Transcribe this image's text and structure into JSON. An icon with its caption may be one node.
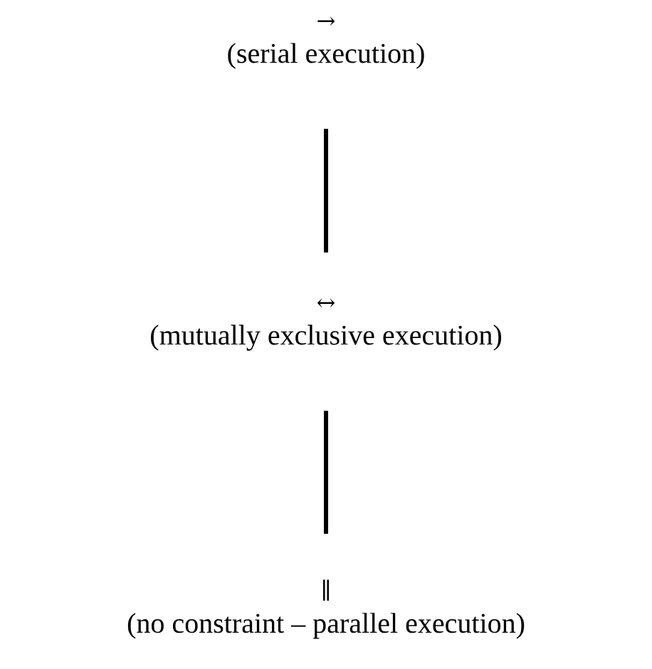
{
  "diagram": {
    "nodes": [
      {
        "text": [
          "→",
          "(serial execution)"
        ]
      },
      {
        "text": [
          "↔",
          "(mutually exclusive execution)"
        ]
      },
      {
        "text": [
          "∥",
          "(no constraint – parallel execution)"
        ]
      }
    ],
    "edges": [
      {
        "from": 0,
        "to": 1,
        "arrow": "none"
      },
      {
        "from": 1,
        "to": 2,
        "arrow": "none"
      }
    ]
  }
}
